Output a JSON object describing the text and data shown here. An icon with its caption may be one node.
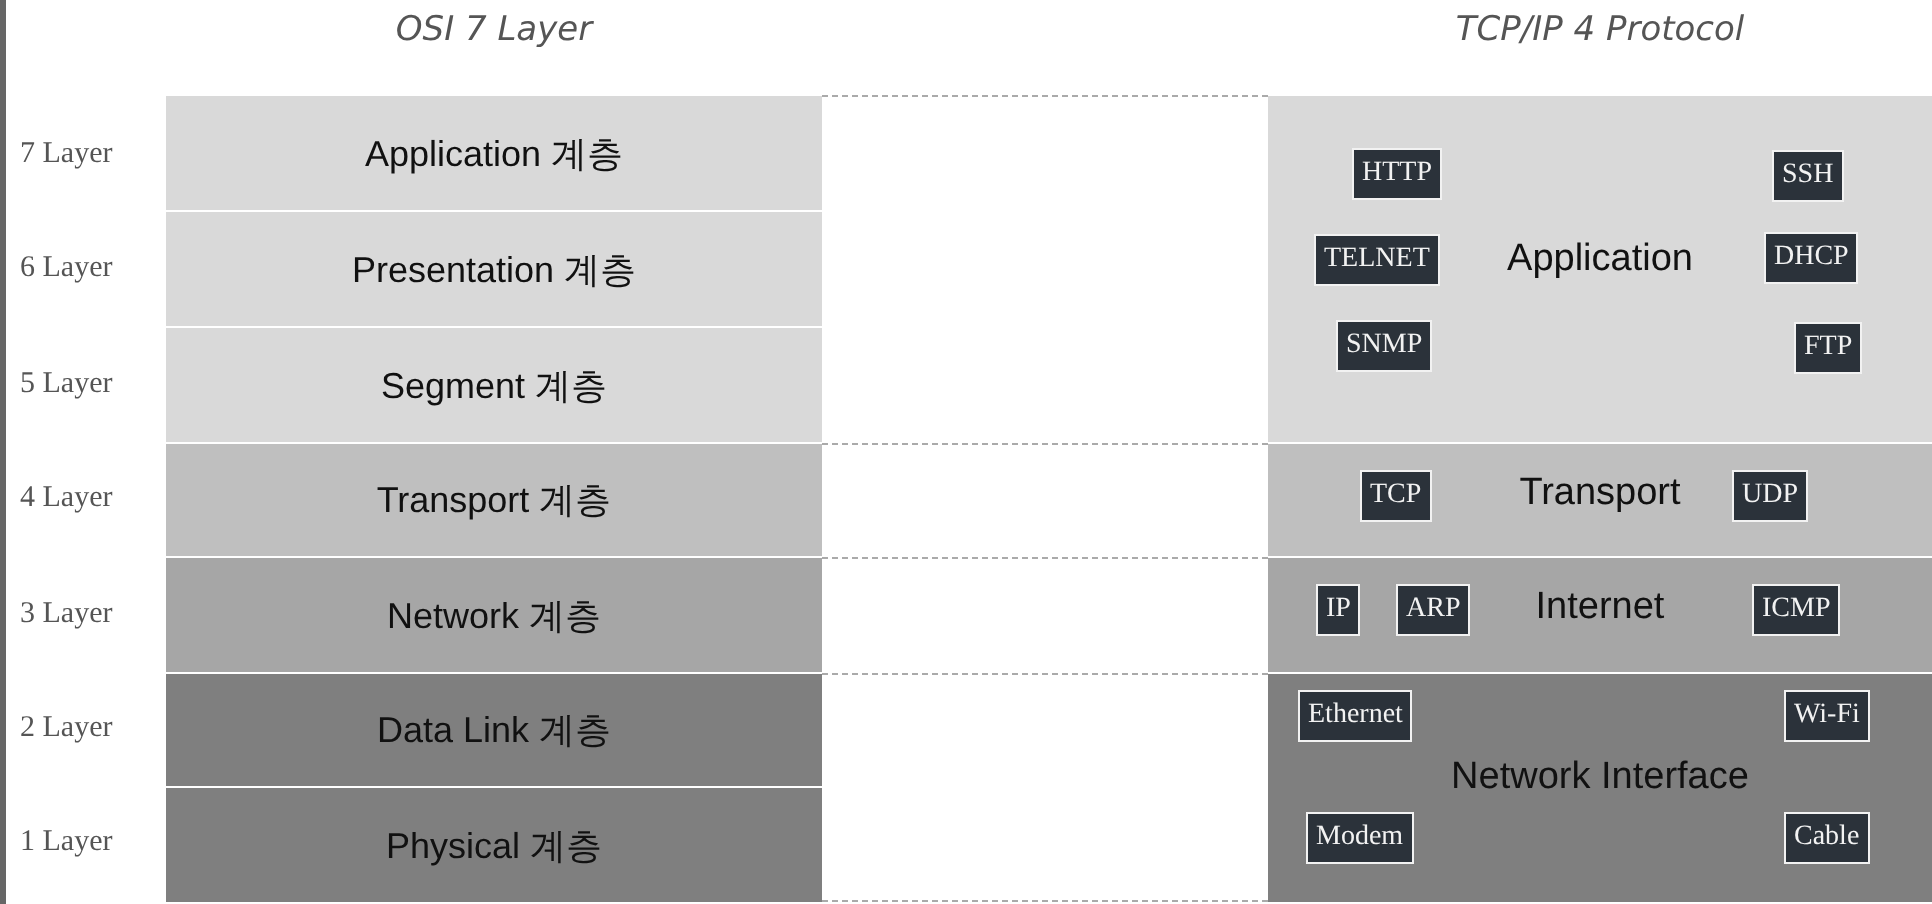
{
  "diagram": {
    "nodes": [
      {
        "text": [
          "Application 계층"
        ]
      },
      {
        "text": [
          "Presentation 계층"
        ]
      },
      {
        "text": [
          "Segment 계층"
        ]
      },
      {
        "text": [
          "Transport 계층"
        ]
      },
      {
        "text": [
          "Network 계층"
        ]
      },
      {
        "text": [
          "Data Link 계층"
        ]
      },
      {
        "text": [
          "Physical 계층"
        ]
      },
      {
        "text": [
          "Application"
        ]
      },
      {
        "text": [
          "HTTP"
        ],
        "in": 7
      },
      {
        "text": [
          "SSH"
        ],
        "in": 7
      },
      {
        "text": [
          "TELNET"
        ],
        "in": 7
      },
      {
        "text": [
          "DHCP"
        ],
        "in": 7
      },
      {
        "text": [
          "SNMP"
        ],
        "in": 7
      },
      {
        "text": [
          "FTP"
        ],
        "in": 7
      },
      {
        "text": [
          "Transport"
        ]
      },
      {
        "text": [
          "TCP"
        ],
        "in": 14
      },
      {
        "text": [
          "UDP"
        ],
        "in": 14
      },
      {
        "text": [
          "Internet"
        ]
      },
      {
        "text": [
          "IP"
        ],
        "in": 17
      },
      {
        "text": [
          "ARP"
        ],
        "in": 17
      },
      {
        "text": [
          "ICMP"
        ],
        "in": 17
      },
      {
        "text": [
          "Network Interface"
        ]
      },
      {
        "text": [
          "Ethernet"
        ],
        "in": 21
      },
      {
        "text": [
          "Wi-Fi"
        ],
        "in": 21
      },
      {
        "text": [
          "Modem"
        ],
        "in": 21
      },
      {
        "text": [
          "Cable"
        ],
        "in": 21
      }
    ],
    "edges": [],
    "labels": [
      "OSI 7 Layer",
      "TCP/IP 4 Protocol",
      "7 Layer",
      "6 Layer",
      "5 Layer",
      "4 Layer",
      "3 Layer",
      "2 Layer",
      "1 Layer"
    ]
  }
}
